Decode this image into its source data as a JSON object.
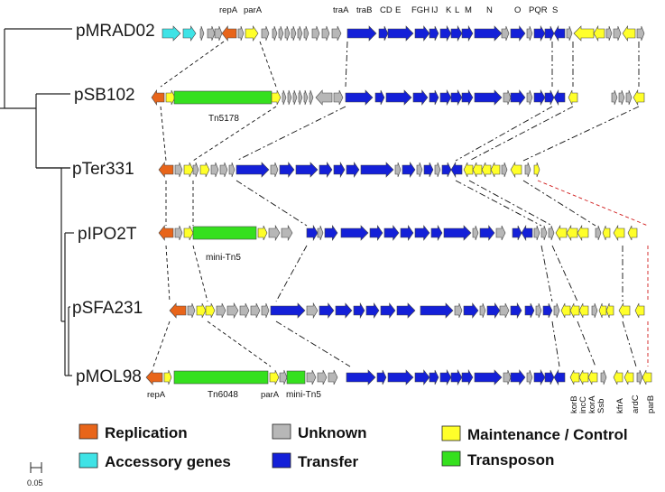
{
  "colors": {
    "replication": "#e8651a",
    "unknown": "#b7b7b7",
    "maintenance": "#ffff2a",
    "accessory": "#3fe3e6",
    "transfer": "#1420d8",
    "transposon": "#35e01e",
    "dashed_line": "#111111",
    "red_dashed_line": "#d01a1a"
  },
  "plasmids": [
    "pMRAD02",
    "pSB102",
    "pTer331",
    "pIPO2T",
    "pSFA231",
    "pMOL98"
  ],
  "top_gene_labels": [
    "repA",
    "parA",
    "traA",
    "traB",
    "CD",
    "E",
    "FGH",
    "IJ",
    "K",
    "L",
    "M",
    "N",
    "O",
    "PQR",
    "S"
  ],
  "transposon_labels": {
    "pSB102": "Tn5178",
    "pIPO2T": "mini-Tn5",
    "pMOL98": "Tn6048",
    "pMOL98_mini": "mini-Tn5"
  },
  "bottom_gene_labels": {
    "repA": "repA",
    "parA": "parA",
    "vertical": [
      "korB",
      "incC",
      "korA",
      "Ssb",
      "kfrA",
      "ardC",
      "parB"
    ]
  },
  "legend": [
    {
      "label": "Replication",
      "color_key": "replication",
      "icon": "orange-square-icon"
    },
    {
      "label": "Unknown",
      "color_key": "unknown",
      "icon": "gray-square-icon"
    },
    {
      "label": "Maintenance / Control",
      "color_key": "maintenance",
      "icon": "yellow-square-icon"
    },
    {
      "label": "Accessory genes",
      "color_key": "accessory",
      "icon": "cyan-square-icon"
    },
    {
      "label": "Transfer",
      "color_key": "transfer",
      "icon": "blue-square-icon"
    },
    {
      "label": "Transposon",
      "color_key": "transposon",
      "icon": "green-square-icon"
    }
  ],
  "scale_bar_label": "0.05"
}
